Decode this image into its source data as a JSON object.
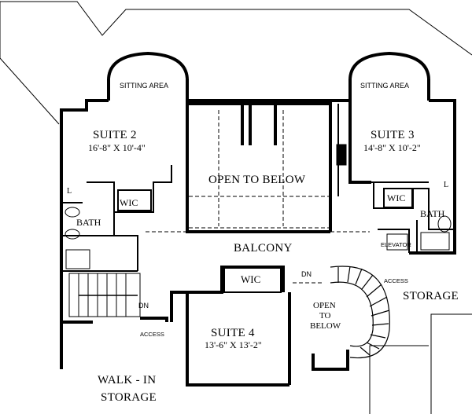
{
  "rooms": {
    "suite2": {
      "name": "SUITE 2",
      "dims": "16'-8\" X 10'-4\""
    },
    "suite3": {
      "name": "SUITE 3",
      "dims": "14'-8\" X 10'-2\""
    },
    "suite4": {
      "name": "SUITE 4",
      "dims": "13'-6\" X 13'-2\""
    },
    "sitting_left": "SITTING AREA",
    "sitting_right": "SITTING AREA",
    "open_to_below": "OPEN TO BELOW",
    "open_small_1": "OPEN",
    "open_small_2": "TO",
    "open_small_3": "BELOW",
    "balcony": "BALCONY",
    "storage": "STORAGE",
    "walkin_1": "WALK - IN",
    "walkin_2": "STORAGE",
    "wic_left": "WIC",
    "wic_right": "WIC",
    "wic_center": "WIC",
    "bath_left": "BATH",
    "bath_right": "BATH",
    "elevator": "ELEVATOR",
    "access_left": "ACCESS",
    "access_right": "ACCESS",
    "dn_left": "DN",
    "dn_center": "DN",
    "l_left": "L",
    "l_right": "L"
  }
}
